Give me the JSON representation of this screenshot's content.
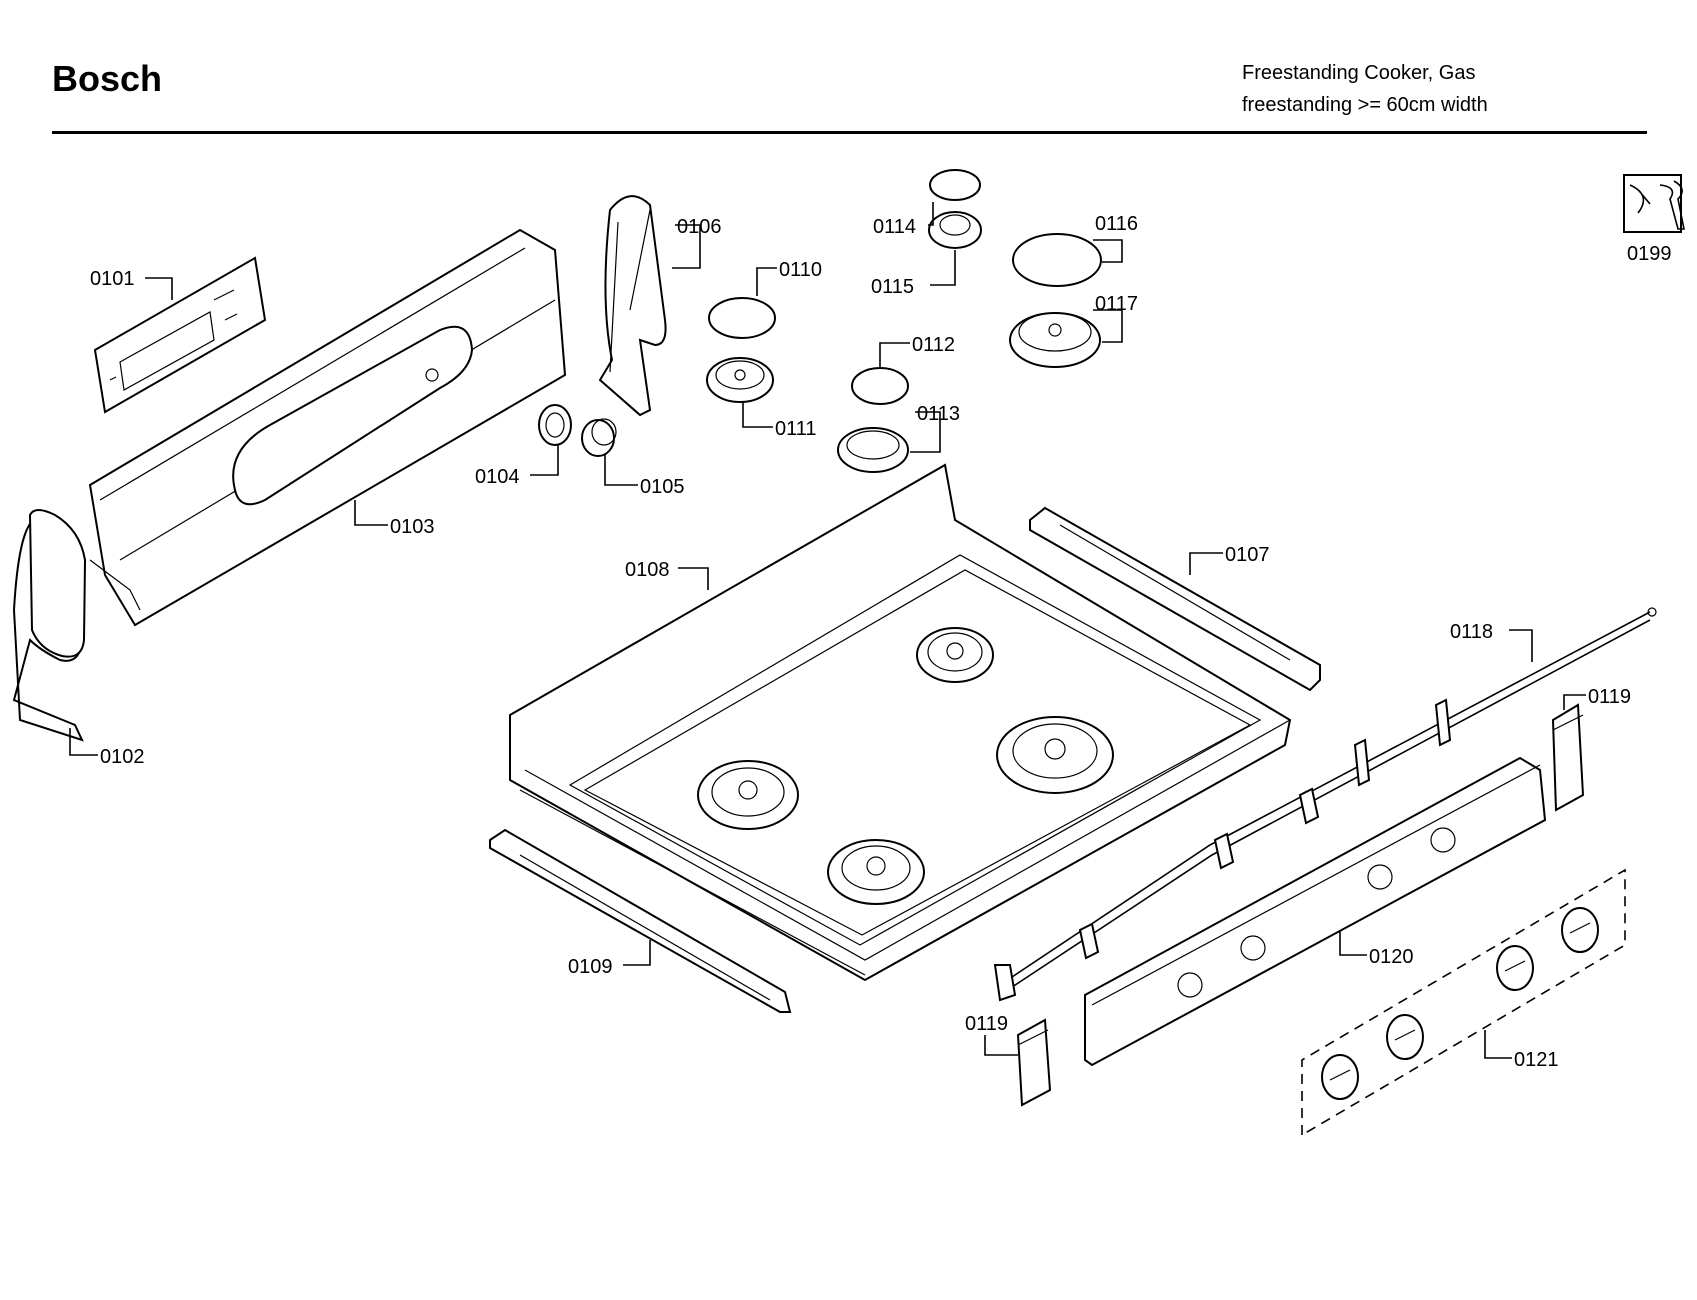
{
  "header": {
    "brand": "Bosch",
    "subtitle_line1": "Freestanding Cooker, Gas",
    "subtitle_line2": "freestanding >= 60cm width"
  },
  "parts": [
    {
      "id": "p0101",
      "label": "0101"
    },
    {
      "id": "p0102",
      "label": "0102"
    },
    {
      "id": "p0103",
      "label": "0103"
    },
    {
      "id": "p0104",
      "label": "0104"
    },
    {
      "id": "p0105",
      "label": "0105"
    },
    {
      "id": "p0106",
      "label": "0106"
    },
    {
      "id": "p0107",
      "label": "0107"
    },
    {
      "id": "p0108",
      "label": "0108"
    },
    {
      "id": "p0109",
      "label": "0109"
    },
    {
      "id": "p0110",
      "label": "0110"
    },
    {
      "id": "p0111",
      "label": "0111"
    },
    {
      "id": "p0112",
      "label": "0112"
    },
    {
      "id": "p0113",
      "label": "0113"
    },
    {
      "id": "p0114",
      "label": "0114"
    },
    {
      "id": "p0115",
      "label": "0115"
    },
    {
      "id": "p0116",
      "label": "0116"
    },
    {
      "id": "p0117",
      "label": "0117"
    },
    {
      "id": "p0118",
      "label": "0118"
    },
    {
      "id": "p0119a",
      "label": "0119"
    },
    {
      "id": "p0119b",
      "label": "0119"
    },
    {
      "id": "p0120",
      "label": "0120"
    },
    {
      "id": "p0121",
      "label": "0121"
    },
    {
      "id": "p0199",
      "label": "0199"
    }
  ]
}
